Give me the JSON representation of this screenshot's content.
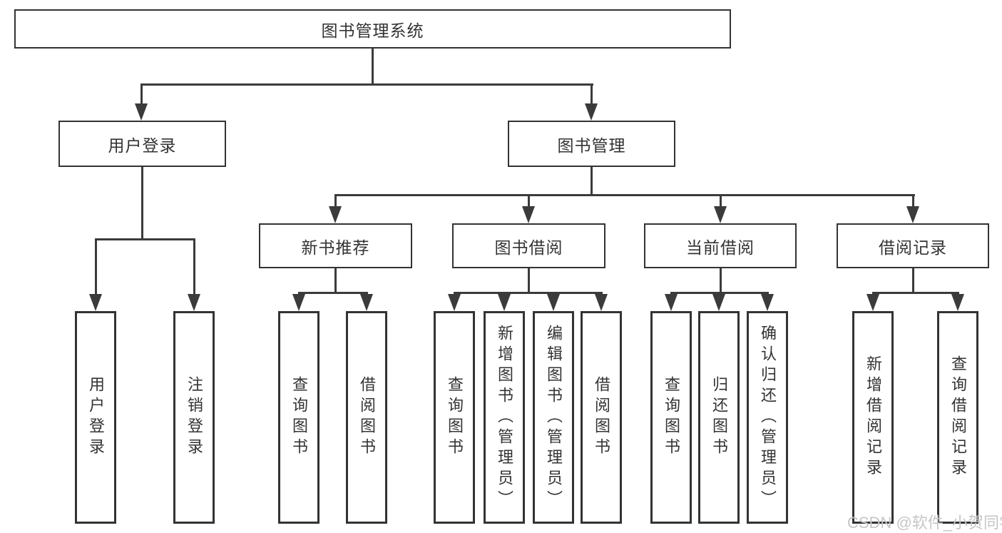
{
  "tree": {
    "root": {
      "label": "图书管理系统",
      "children": [
        {
          "label": "用户登录",
          "children": [
            {
              "label": "用户登录"
            },
            {
              "label": "注销登录"
            }
          ]
        },
        {
          "label": "图书管理",
          "children": [
            {
              "label": "新书推荐",
              "children": [
                {
                  "label": "查询图书"
                },
                {
                  "label": "借阅图书"
                }
              ]
            },
            {
              "label": "图书借阅",
              "children": [
                {
                  "label": "查询图书"
                },
                {
                  "label": "新增图书（管理员）"
                },
                {
                  "label": "编辑图书（管理员）"
                },
                {
                  "label": "借阅图书"
                }
              ]
            },
            {
              "label": "当前借阅",
              "children": [
                {
                  "label": "查询图书"
                },
                {
                  "label": "归还图书"
                },
                {
                  "label": "确认归还（管理员）"
                }
              ]
            },
            {
              "label": "借阅记录",
              "children": [
                {
                  "label": "新增借阅记录"
                },
                {
                  "label": "查询借阅记录"
                }
              ]
            }
          ]
        }
      ]
    }
  },
  "watermark": {
    "text": "CSDN @软件_小贺同学"
  },
  "colors": {
    "line": "#3b3b3b",
    "box_border": "#333333",
    "text": "#333333",
    "background": "#ffffff",
    "watermark": "#c6c6c6"
  }
}
